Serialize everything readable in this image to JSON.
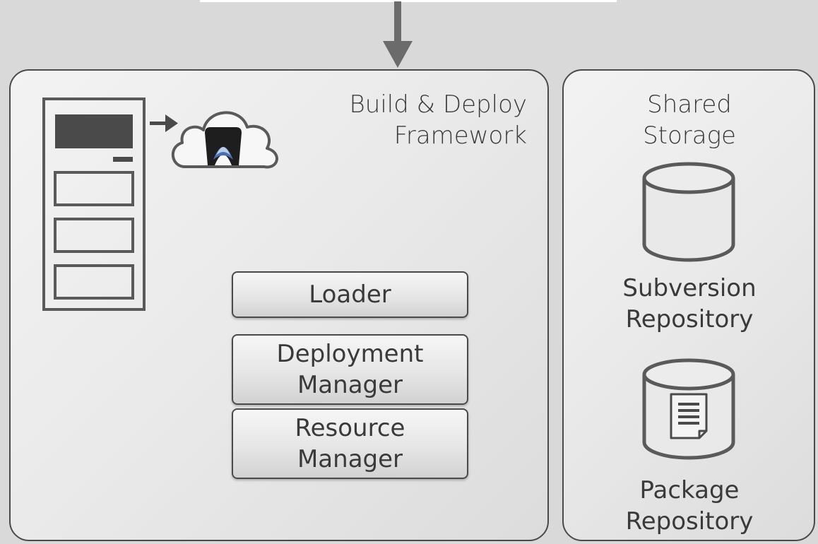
{
  "diagram": {
    "build_panel": {
      "title_line1": "Build & Deploy",
      "title_line2": "Framework",
      "icons": {
        "server": "server-rack-icon",
        "cloud": "cloud-icon",
        "cloud_logo": "app-logo-icon",
        "arrow": "arrow-right-icon"
      },
      "modules": [
        {
          "line1": "Loader",
          "line2": ""
        },
        {
          "line1": "Deployment",
          "line2": "Manager"
        },
        {
          "line1": "Resource",
          "line2": "Manager"
        }
      ]
    },
    "storage_panel": {
      "title_line1": "Shared",
      "title_line2": "Storage",
      "repositories": [
        {
          "line1": "Subversion",
          "line2": "Repository",
          "icon": "database-icon"
        },
        {
          "line1": "Package",
          "line2": "Repository",
          "icon": "database-document-icon"
        }
      ]
    },
    "incoming_arrow_icon": "arrow-down-icon",
    "colors": {
      "background": "#d9d9d9",
      "panel_border": "#4a4a4a",
      "icon_stroke": "#5a5a5a",
      "text": "#3a3a3a",
      "logo_blue": "#4a6fb0"
    }
  }
}
